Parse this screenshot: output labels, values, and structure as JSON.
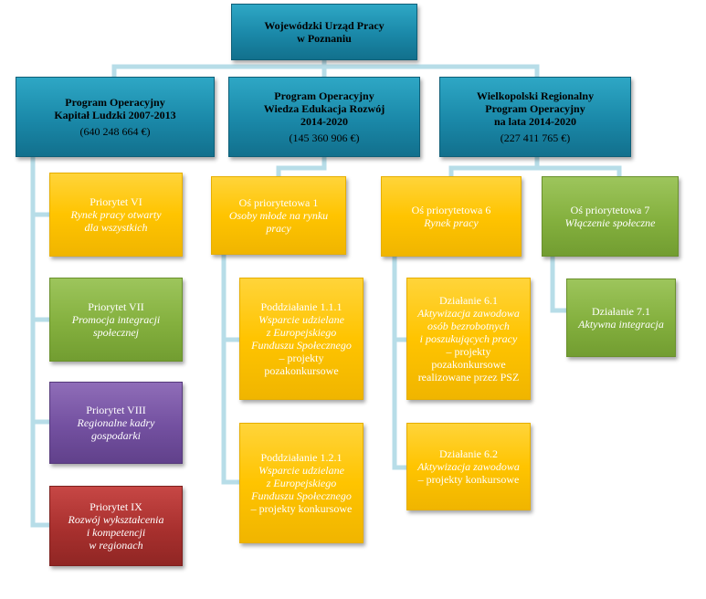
{
  "root": {
    "line1": "Wojewódzki Urząd Pracy",
    "line2": "w Poznaniu"
  },
  "programs": [
    {
      "line1": "Program Operacyjny",
      "line2": "Kapitał Ludzki 2007-2013",
      "line3": "",
      "amount": "(640 248 664 €)"
    },
    {
      "line1": "Program Operacyjny",
      "line2": "Wiedza Edukacja Rozwój",
      "line3": "2014-2020",
      "amount": "(145 360 906 €)"
    },
    {
      "line1": "Wielkopolski Regionalny",
      "line2": "Program Operacyjny",
      "line3": "na lata 2014-2020",
      "amount": "(227 411 765 €)"
    }
  ],
  "priorities": [
    {
      "title": "Priorytet VI",
      "l1": "Rynek pracy otwarty",
      "l2": "dla wszystkich",
      "l3": ""
    },
    {
      "title": "Priorytet VII",
      "l1": "Promocja integracji",
      "l2": "społecznej",
      "l3": ""
    },
    {
      "title": "Priorytet VIII",
      "l1": "Regionalne kadry",
      "l2": "gospodarki",
      "l3": ""
    },
    {
      "title": "Priorytet IX",
      "l1": "Rozwój wykształcenia",
      "l2": "i kompetencji",
      "l3": "w regionach"
    }
  ],
  "axes": [
    {
      "title": "Oś priorytetowa 1",
      "l1": "Osoby młode na rynku",
      "l2": "pracy"
    },
    {
      "title": "Oś priorytetowa 6",
      "l1": "Rynek pracy",
      "l2": ""
    },
    {
      "title": "Oś priorytetowa 7",
      "l1": "Włączenie społeczne",
      "l2": ""
    }
  ],
  "actions": [
    {
      "title": "Poddziałanie 1.1.1",
      "i1": "Wsparcie udzielane",
      "i2": "z Europejskiego",
      "i3": "Funduszu Społecznego",
      "n1": "– projekty",
      "n2": "pozakonkursowe",
      "n3": ""
    },
    {
      "title": "Poddziałanie 1.2.1",
      "i1": "Wsparcie udzielane",
      "i2": "z Europejskiego",
      "i3": "Funduszu Społecznego",
      "n1": "– projekty konkursowe",
      "n2": "",
      "n3": ""
    },
    {
      "title": "Działanie 6.1",
      "i1": "Aktywizacja zawodowa",
      "i2": "osób bezrobotnych",
      "i3": "i poszukujących pracy",
      "n1": "– projekty",
      "n2": "pozakonkursowe",
      "n3": "realizowane przez PSZ"
    },
    {
      "title": "Działanie 6.2",
      "i1": "Aktywizacja zawodowa",
      "i2": "",
      "i3": "",
      "n1": "– projekty konkursowe",
      "n2": "",
      "n3": ""
    },
    {
      "title": "Działanie 7.1",
      "i1": "Aktywna integracja",
      "i2": "",
      "i3": "",
      "n1": "",
      "n2": "",
      "n3": ""
    }
  ],
  "colors": {
    "blue": "#1a88a8",
    "yellow": "#ffc400",
    "green": "#84b03e",
    "purple": "#7350a0",
    "red": "#a8302e",
    "connector": "#b7dde8"
  }
}
